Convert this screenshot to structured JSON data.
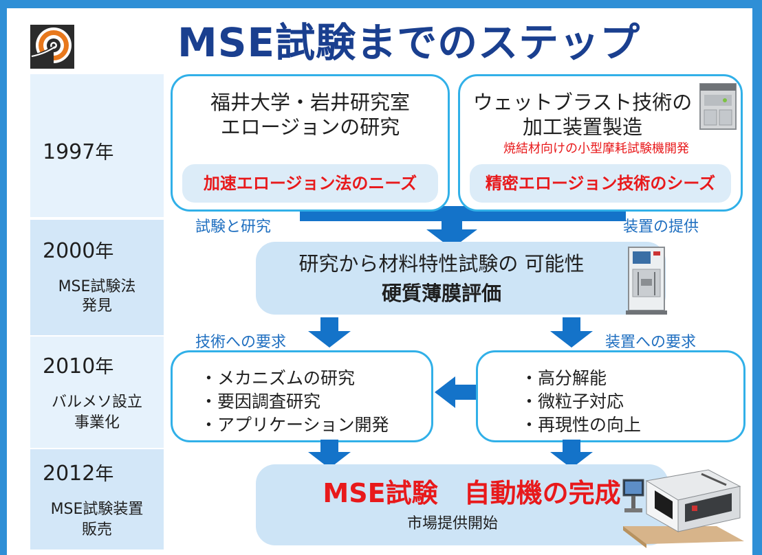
{
  "title": "MSE試験までのステップ",
  "colors": {
    "accent_blue": "#2f8fd6",
    "dark_blue": "#1a3f8f",
    "red": "#e8191b",
    "box_border": "#31b0e8"
  },
  "timeline": [
    {
      "year": "1997",
      "unit": "年",
      "sub": []
    },
    {
      "year": "2000",
      "unit": "年",
      "sub": [
        "MSE試験法",
        "発見"
      ]
    },
    {
      "year": "2010",
      "unit": "年",
      "sub": [
        "バルメソ設立",
        "事業化"
      ]
    },
    {
      "year": "2012",
      "unit": "年",
      "sub": [
        "MSE試験装置",
        "販売"
      ]
    }
  ],
  "box_university": {
    "lines": [
      "福井大学・岩井研究室",
      "エロージョンの研究"
    ],
    "pill": "加速エロージョン法のニーズ"
  },
  "box_company": {
    "lines": [
      "ウェットブラスト技術の",
      "加工装置製造"
    ],
    "note": "焼結材向けの小型摩耗試験機開発",
    "pill": "精密エロージョン技術のシーズ"
  },
  "label_research": "試験と研究",
  "label_equipment": "装置の提供",
  "box_possibility": {
    "line1": "研究から材料特性試験の 可能性",
    "line2": "硬質薄膜評価"
  },
  "label_tech_request": "技術への要求",
  "label_equip_request": "装置への要求",
  "box_research_list": [
    "・メカニズムの研究",
    "・要因調査研究",
    "・アプリケーション開発"
  ],
  "box_equip_list": [
    "・高分解能",
    "・微粒子対応",
    "・再現性の向上"
  ],
  "box_final": {
    "headline": "MSE試験　自動機の完成",
    "sub": "市場提供開始"
  },
  "icons": [
    "logo-icon",
    "arrow-icon",
    "machine-icon"
  ]
}
